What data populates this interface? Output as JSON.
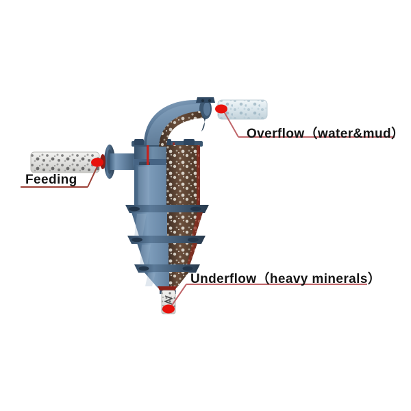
{
  "diagram": {
    "title": "Hydrocyclone separator cutaway diagram",
    "background_color": "#ffffff",
    "callouts": [
      {
        "id": "overflow",
        "label": "Overflow（water&mud）",
        "marker_color": "#e8120c",
        "leader_color": "#c0666a",
        "target": "overflow-pipe"
      },
      {
        "id": "feeding",
        "label": "Feeding",
        "marker_color": "#e8120c",
        "leader_color": "#9c4036",
        "target": "feed-inlet-pipe"
      },
      {
        "id": "underflow",
        "label": "Underflow（heavy minerals）",
        "marker_color": "#e8120c",
        "leader_color": "#c0666a",
        "target": "underflow-spigot"
      }
    ],
    "equipment": {
      "body_color": "#5d7c9c",
      "body_shadow_color": "#3d5875",
      "body_highlight_color": "#91aac4",
      "flange_color": "#406084",
      "slurry_color": "#5a4234",
      "slurry_speckle_color": "#d8d4cc",
      "accent_stripe_color": "#c4231e",
      "feed_pipe_color": "#e3e3e1",
      "overflow_pipe_color": "#dfe9ee",
      "parts": [
        "overflow-elbow",
        "overflow-pipe",
        "feed-inlet-pipe",
        "inlet-flange",
        "top-head-assembly",
        "cylindrical-section",
        "cone-section-1",
        "cone-section-2",
        "cone-section-3",
        "apex-cone",
        "underflow-spigot"
      ]
    }
  }
}
